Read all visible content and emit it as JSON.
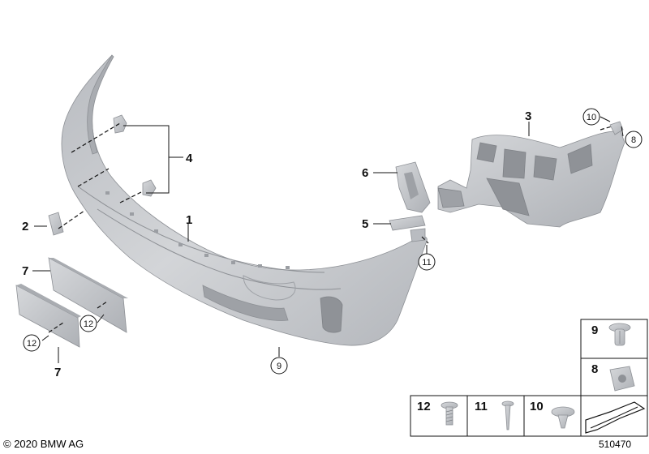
{
  "callouts": {
    "c1": "1",
    "c2": "2",
    "c3": "3",
    "c4": "4",
    "c5": "5",
    "c6": "6",
    "c7a": "7",
    "c7b": "7",
    "c8": "8",
    "c9": "9",
    "c10": "10",
    "c11": "11",
    "c12a": "12",
    "c12b": "12"
  },
  "legend": {
    "k9": "9",
    "k8": "8",
    "k12": "12",
    "k11": "11",
    "k10": "10"
  },
  "footer": {
    "copyright": "© 2020 BMW AG",
    "drawing_number": "510470"
  },
  "colors": {
    "part_fill": "#c9cbcf",
    "part_shadow": "#a9acb1",
    "line": "#111111"
  }
}
